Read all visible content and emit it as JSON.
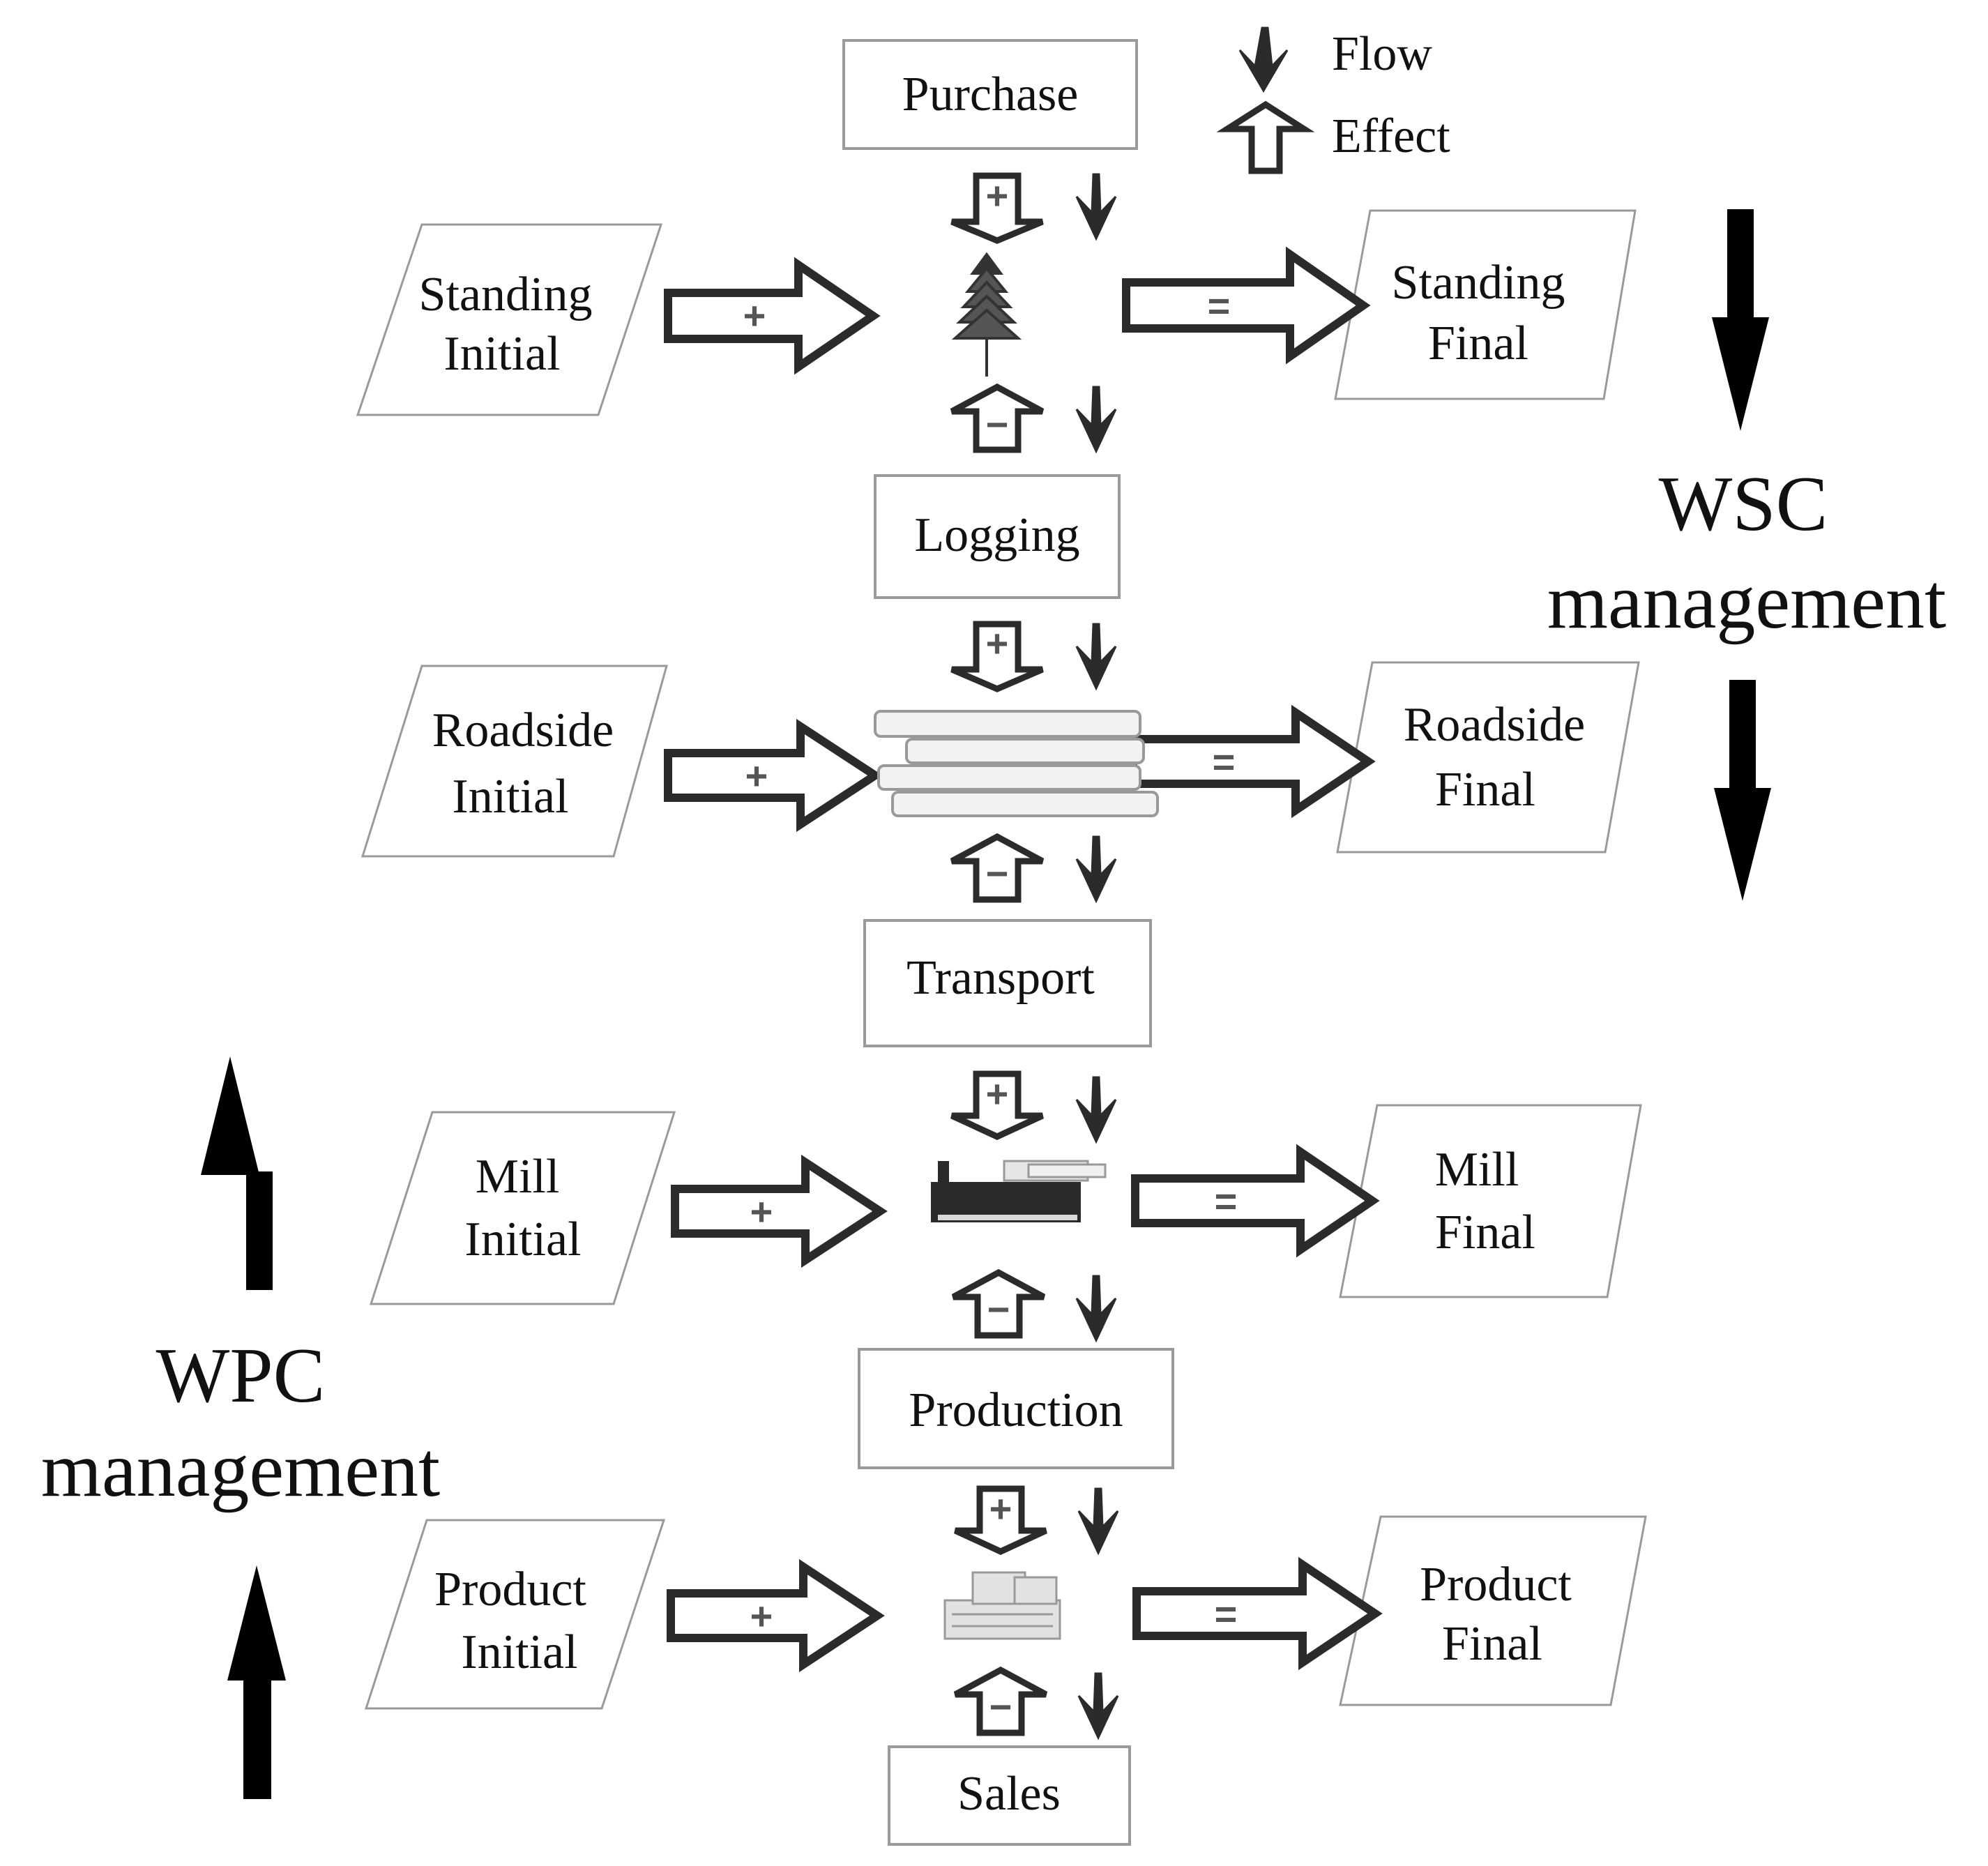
{
  "legend": {
    "flow": "Flow",
    "effect": "Effect"
  },
  "management": {
    "wsc": [
      "WSC",
      "management"
    ],
    "wpc": [
      "WPC",
      "management"
    ]
  },
  "processes": [
    {
      "id": "purchase",
      "label": "Purchase"
    },
    {
      "id": "logging",
      "label": "Logging"
    },
    {
      "id": "transport",
      "label": "Transport"
    },
    {
      "id": "production",
      "label": "Production"
    },
    {
      "id": "sales",
      "label": "Sales"
    }
  ],
  "stages": [
    {
      "id": "standing",
      "icon": "tree-icon",
      "initial": [
        "Standing",
        "Initial"
      ],
      "final": [
        "Standing",
        "Final"
      ],
      "in_effect": "+",
      "out_effect": "−"
    },
    {
      "id": "roadside",
      "icon": "log-pile-icon",
      "initial": [
        "Roadside",
        "Initial"
      ],
      "final": [
        "Roadside",
        "Final"
      ],
      "in_effect": "+",
      "out_effect": "−"
    },
    {
      "id": "mill",
      "icon": "sawmill-icon",
      "initial": [
        "Mill",
        "Initial"
      ],
      "final": [
        "Mill",
        "Final"
      ],
      "in_effect": "+",
      "out_effect": "−"
    },
    {
      "id": "product",
      "icon": "lumber-stack-icon",
      "initial": [
        "Product",
        "Initial"
      ],
      "final": [
        "Product",
        "Final"
      ],
      "in_effect": "+",
      "out_effect": "−"
    }
  ],
  "signs": {
    "into": "+",
    "out": "="
  }
}
